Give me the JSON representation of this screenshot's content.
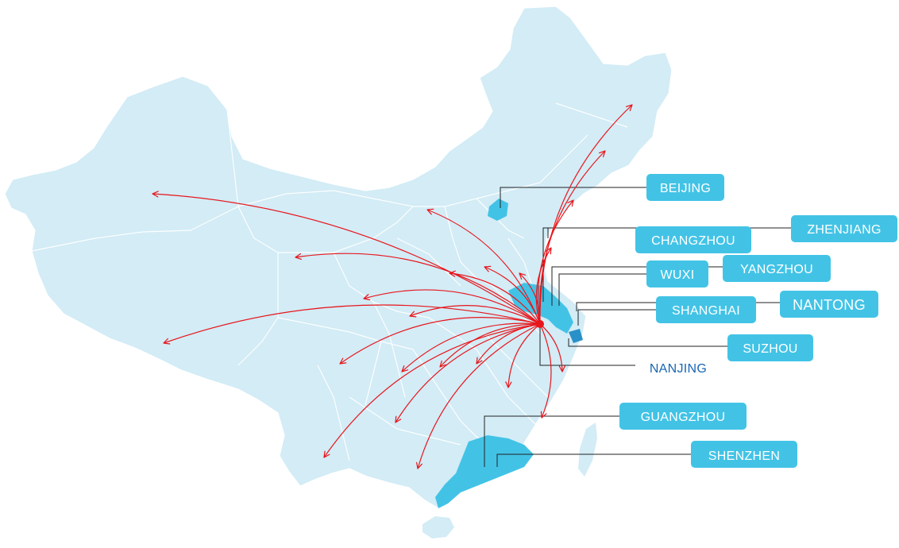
{
  "map": {
    "colors": {
      "land": "#d3ecf6",
      "border": "#ffffff",
      "highlight": "#42c3e6",
      "highlight_dark": "#2a90c8",
      "route": "#e8151b",
      "label_bg": "#42c3e6",
      "label_text": "#ffffff",
      "origin_label": "#1a66b3",
      "leader_line": "#222222"
    },
    "origin": {
      "name": "NANJING"
    },
    "cities": [
      {
        "id": "beijing",
        "label": "BEIJING"
      },
      {
        "id": "changzhou",
        "label": "CHANGZHOU"
      },
      {
        "id": "zhenjiang",
        "label": "ZHENJIANG"
      },
      {
        "id": "wuxi",
        "label": "WUXI"
      },
      {
        "id": "yangzhou",
        "label": "YANGZHOU"
      },
      {
        "id": "shanghai",
        "label": "SHANGHAI"
      },
      {
        "id": "nantong",
        "label": "NANTONG"
      },
      {
        "id": "suzhou",
        "label": "SUZHOU"
      },
      {
        "id": "guangzhou",
        "label": "GUANGZHOU"
      },
      {
        "id": "shenzhen",
        "label": "SHENZHEN"
      }
    ]
  }
}
